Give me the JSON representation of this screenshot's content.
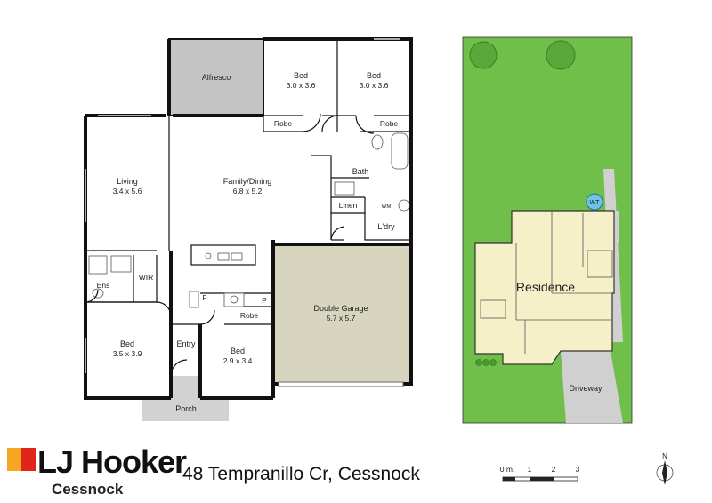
{
  "floor_plan": {
    "rooms": {
      "alfresco": {
        "name": "Alfresco"
      },
      "bed1": {
        "name": "Bed",
        "size": "3.0 x 3.6"
      },
      "bed2": {
        "name": "Bed",
        "size": "3.0 x 3.6"
      },
      "robe1": {
        "name": "Robe"
      },
      "robe2": {
        "name": "Robe"
      },
      "bath": {
        "name": "Bath"
      },
      "living": {
        "name": "Living",
        "size": "3.4 x 5.6"
      },
      "family": {
        "name": "Family/Dining",
        "size": "6.8 x 5.2"
      },
      "linen": {
        "name": "Linen"
      },
      "wm": {
        "name": "WM"
      },
      "laundry": {
        "name": "L'dry"
      },
      "ens": {
        "name": "Ens"
      },
      "wir": {
        "name": "WIR"
      },
      "garage": {
        "name": "Double Garage",
        "size": "5.7 x 5.7"
      },
      "pantry": {
        "name": "F"
      },
      "pantry_p": {
        "name": "P"
      },
      "robe3": {
        "name": "Robe"
      },
      "bed3": {
        "name": "Bed",
        "size": "3.5 x 3.9"
      },
      "entry": {
        "name": "Entry"
      },
      "bed4": {
        "name": "Bed",
        "size": "2.9 x 3.4"
      },
      "porch": {
        "name": "Porch"
      }
    }
  },
  "site_plan": {
    "residence": "Residence",
    "wt": "WT",
    "driveway": "Driveway"
  },
  "footer": {
    "brand_name": "LJ Hooker",
    "office": "Cessnock",
    "address": "48 Tempranillo Cr, Cessnock",
    "scale_labels": [
      "0 m.",
      "1",
      "2",
      "3"
    ],
    "north_label": "N"
  },
  "colors": {
    "garage": "#d8d5be",
    "alfresco": "#c4c4c4",
    "grass": "#6fbf4a",
    "site_house": "#f5f0c8",
    "brand_red": "#e1251b",
    "brand_orange": "#f5a623"
  }
}
